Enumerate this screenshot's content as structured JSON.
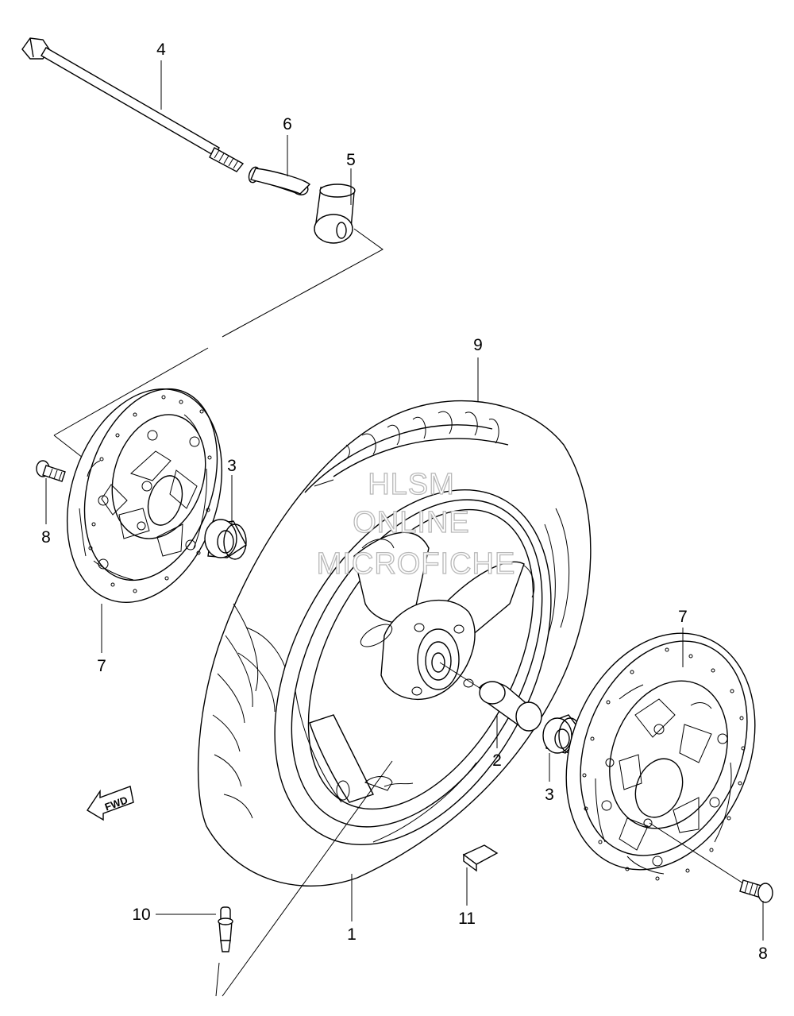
{
  "watermark": {
    "line1": "HLSM",
    "line2": "ONLINE",
    "line3": "MICROFICHE"
  },
  "direction_badge": "FWD",
  "callouts": [
    {
      "id": "label-part-4",
      "text": "4"
    },
    {
      "id": "label-part-6",
      "text": "6"
    },
    {
      "id": "label-part-5",
      "text": "5"
    },
    {
      "id": "label-part-9",
      "text": "9"
    },
    {
      "id": "label-part-3-left",
      "text": "3"
    },
    {
      "id": "label-part-8-left",
      "text": "8"
    },
    {
      "id": "label-part-7-left",
      "text": "7"
    },
    {
      "id": "label-part-7-right",
      "text": "7"
    },
    {
      "id": "label-part-2",
      "text": "2"
    },
    {
      "id": "label-part-3-right",
      "text": "3"
    },
    {
      "id": "label-part-10",
      "text": "10"
    },
    {
      "id": "label-part-1",
      "text": "1"
    },
    {
      "id": "label-part-11",
      "text": "11"
    },
    {
      "id": "label-part-8-right",
      "text": "8"
    }
  ]
}
